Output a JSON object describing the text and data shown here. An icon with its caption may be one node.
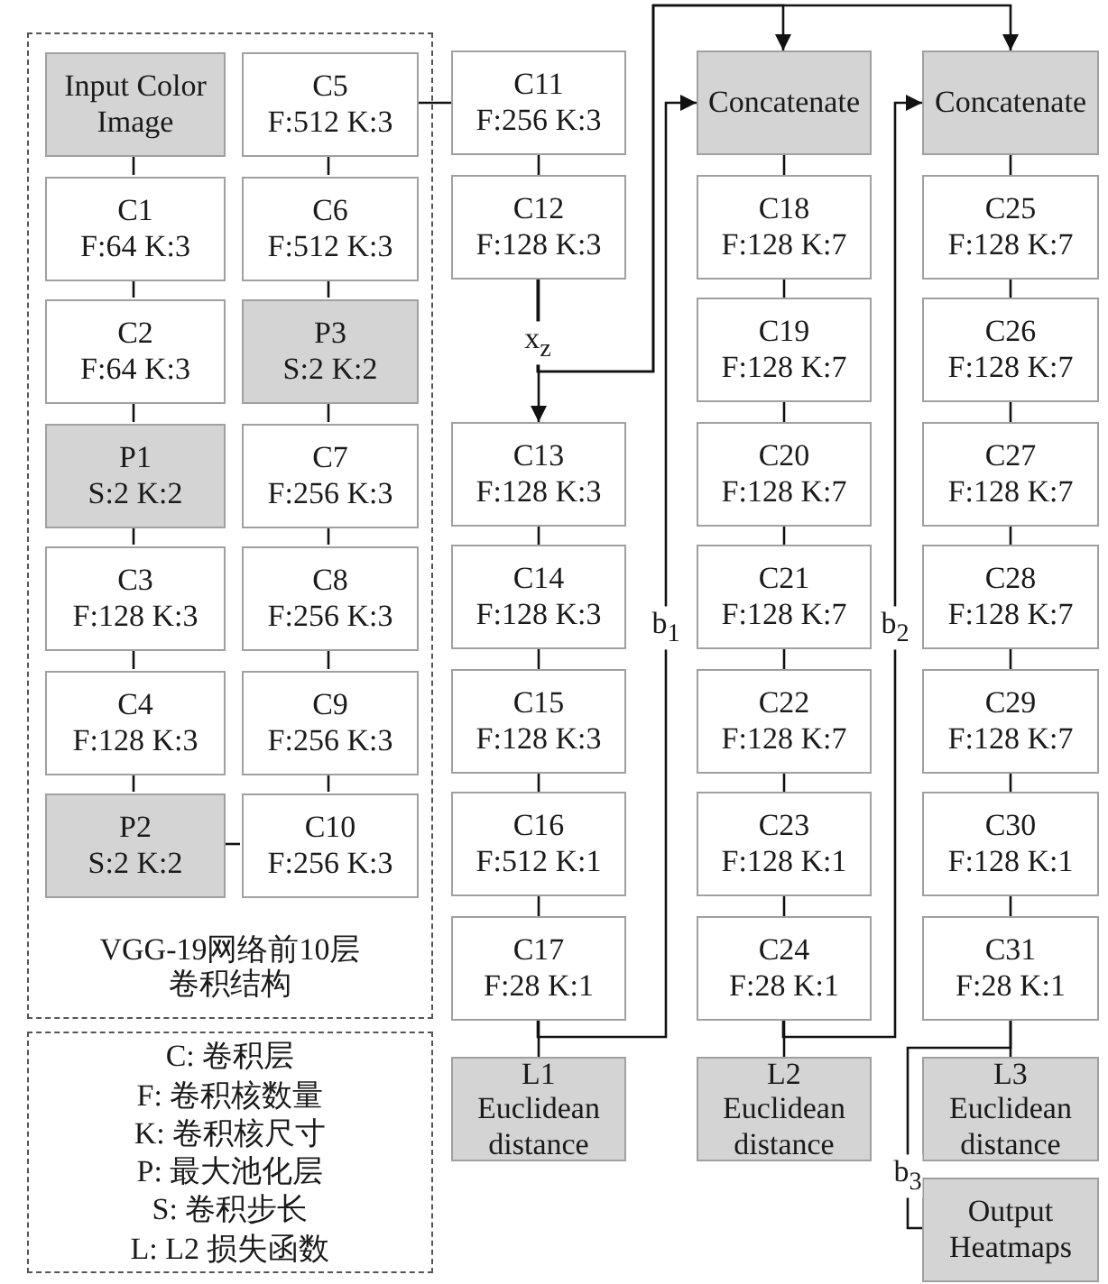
{
  "diagram": {
    "nodes": [
      {
        "text": [
          "VGG-19网络前10层卷积结构"
        ]
      },
      {
        "text": [
          "C: 卷积层",
          "F: 卷积核数量",
          "K: 卷积核尺寸",
          "P: 最大池化层",
          "S: 卷积步长",
          "L: L2 损失函数"
        ]
      },
      {
        "text": [
          "Input Color Image"
        ],
        "in": 0
      },
      {
        "text": [
          "C1",
          "F:64 K:3"
        ],
        "in": 0
      },
      {
        "text": [
          "C2",
          "F:64 K:3"
        ],
        "in": 0
      },
      {
        "text": [
          "P1",
          "S:2 K:2"
        ],
        "in": 0
      },
      {
        "text": [
          "C3",
          "F:128 K:3"
        ],
        "in": 0
      },
      {
        "text": [
          "C4",
          "F:128 K:3"
        ],
        "in": 0
      },
      {
        "text": [
          "P2",
          "S:2 K:2"
        ],
        "in": 0
      },
      {
        "text": [
          "C5",
          "F:512 K:3"
        ],
        "in": 0
      },
      {
        "text": [
          "C6",
          "F:512 K:3"
        ],
        "in": 0
      },
      {
        "text": [
          "P3",
          "S:2 K:2"
        ],
        "in": 0
      },
      {
        "text": [
          "C7",
          "F:256 K:3"
        ],
        "in": 0
      },
      {
        "text": [
          "C8",
          "F:256 K:3"
        ],
        "in": 0
      },
      {
        "text": [
          "C9",
          "F:256 K:3"
        ],
        "in": 0
      },
      {
        "text": [
          "C10",
          "F:256 K:3"
        ],
        "in": 0
      },
      {
        "text": [
          "C11",
          "F:256 K:3"
        ]
      },
      {
        "text": [
          "C12",
          "F:128 K:3"
        ]
      },
      {
        "text": [
          "C13",
          "F:128 K:3"
        ]
      },
      {
        "text": [
          "C14",
          "F:128 K:3"
        ]
      },
      {
        "text": [
          "C15",
          "F:128 K:3"
        ]
      },
      {
        "text": [
          "C16",
          "F:512 K:1"
        ]
      },
      {
        "text": [
          "C17",
          "F:28 K:1"
        ]
      },
      {
        "text": [
          "L1",
          "Euclidean distance"
        ]
      },
      {
        "text": [
          "Concatenate"
        ]
      },
      {
        "text": [
          "C18",
          "F:128 K:7"
        ]
      },
      {
        "text": [
          "C19",
          "F:128 K:7"
        ]
      },
      {
        "text": [
          "C20",
          "F:128 K:7"
        ]
      },
      {
        "text": [
          "C21",
          "F:128 K:7"
        ]
      },
      {
        "text": [
          "C22",
          "F:128 K:7"
        ]
      },
      {
        "text": [
          "C23",
          "F:128 K:1"
        ]
      },
      {
        "text": [
          "C24",
          "F:28 K:1"
        ]
      },
      {
        "text": [
          "L2",
          "Euclidean distance"
        ]
      },
      {
        "text": [
          "Concatenate"
        ]
      },
      {
        "text": [
          "C25",
          "F:128 K:7"
        ]
      },
      {
        "text": [
          "C26",
          "F:128 K:7"
        ]
      },
      {
        "text": [
          "C27",
          "F:128 K:7"
        ]
      },
      {
        "text": [
          "C28",
          "F:128 K:7"
        ]
      },
      {
        "text": [
          "C29",
          "F:128 K:7"
        ]
      },
      {
        "text": [
          "C30",
          "F:128 K:1"
        ]
      },
      {
        "text": [
          "C31",
          "F:28 K:1"
        ]
      },
      {
        "text": [
          "L3",
          "Euclidean distance"
        ]
      },
      {
        "text": [
          "Output Heatmaps"
        ]
      }
    ],
    "edges": [
      {
        "from": 2,
        "to": 3,
        "arrow": "none"
      },
      {
        "from": 3,
        "to": 4,
        "arrow": "none"
      },
      {
        "from": 4,
        "to": 5,
        "arrow": "none"
      },
      {
        "from": 5,
        "to": 6,
        "arrow": "none"
      },
      {
        "from": 6,
        "to": 7,
        "arrow": "none"
      },
      {
        "from": 7,
        "to": 8,
        "arrow": "none"
      },
      {
        "from": 8,
        "to": 15,
        "arrow": "none"
      },
      {
        "from": 15,
        "to": 14,
        "arrow": "none"
      },
      {
        "from": 14,
        "to": 13,
        "arrow": "none"
      },
      {
        "from": 13,
        "to": 12,
        "arrow": "none"
      },
      {
        "from": 12,
        "to": 11,
        "arrow": "none"
      },
      {
        "from": 11,
        "to": 10,
        "arrow": "none"
      },
      {
        "from": 10,
        "to": 9,
        "arrow": "none"
      },
      {
        "from": 9,
        "to": 16,
        "arrow": "none"
      },
      {
        "from": 16,
        "to": 17,
        "arrow": "none"
      },
      {
        "from": 17,
        "to": 18,
        "arrow": "to",
        "label": "x$_{z}$"
      },
      {
        "from": 17,
        "to": 24,
        "arrow": "to"
      },
      {
        "from": 17,
        "to": 33,
        "arrow": "to"
      },
      {
        "from": 18,
        "to": 19,
        "arrow": "none"
      },
      {
        "from": 19,
        "to": 20,
        "arrow": "none"
      },
      {
        "from": 20,
        "to": 21,
        "arrow": "none"
      },
      {
        "from": 21,
        "to": 22,
        "arrow": "none"
      },
      {
        "from": 22,
        "to": 23,
        "arrow": "none"
      },
      {
        "from": 22,
        "to": 24,
        "arrow": "to",
        "label": "b$_{1}$"
      },
      {
        "from": 24,
        "to": 25,
        "arrow": "none"
      },
      {
        "from": 25,
        "to": 26,
        "arrow": "none"
      },
      {
        "from": 26,
        "to": 27,
        "arrow": "none"
      },
      {
        "from": 27,
        "to": 28,
        "arrow": "none"
      },
      {
        "from": 28,
        "to": 29,
        "arrow": "none"
      },
      {
        "from": 29,
        "to": 30,
        "arrow": "none"
      },
      {
        "from": 30,
        "to": 31,
        "arrow": "none"
      },
      {
        "from": 31,
        "to": 32,
        "arrow": "none"
      },
      {
        "from": 31,
        "to": 33,
        "arrow": "to",
        "label": "b$_{2}$"
      },
      {
        "from": 33,
        "to": 34,
        "arrow": "none"
      },
      {
        "from": 34,
        "to": 35,
        "arrow": "none"
      },
      {
        "from": 35,
        "to": 36,
        "arrow": "none"
      },
      {
        "from": 36,
        "to": 37,
        "arrow": "none"
      },
      {
        "from": 37,
        "to": 38,
        "arrow": "none"
      },
      {
        "from": 38,
        "to": 39,
        "arrow": "none"
      },
      {
        "from": 39,
        "to": 40,
        "arrow": "none"
      },
      {
        "from": 40,
        "to": 41,
        "arrow": "none"
      },
      {
        "from": 40,
        "to": 42,
        "arrow": "none",
        "label": "b$_{3}$"
      }
    ]
  }
}
